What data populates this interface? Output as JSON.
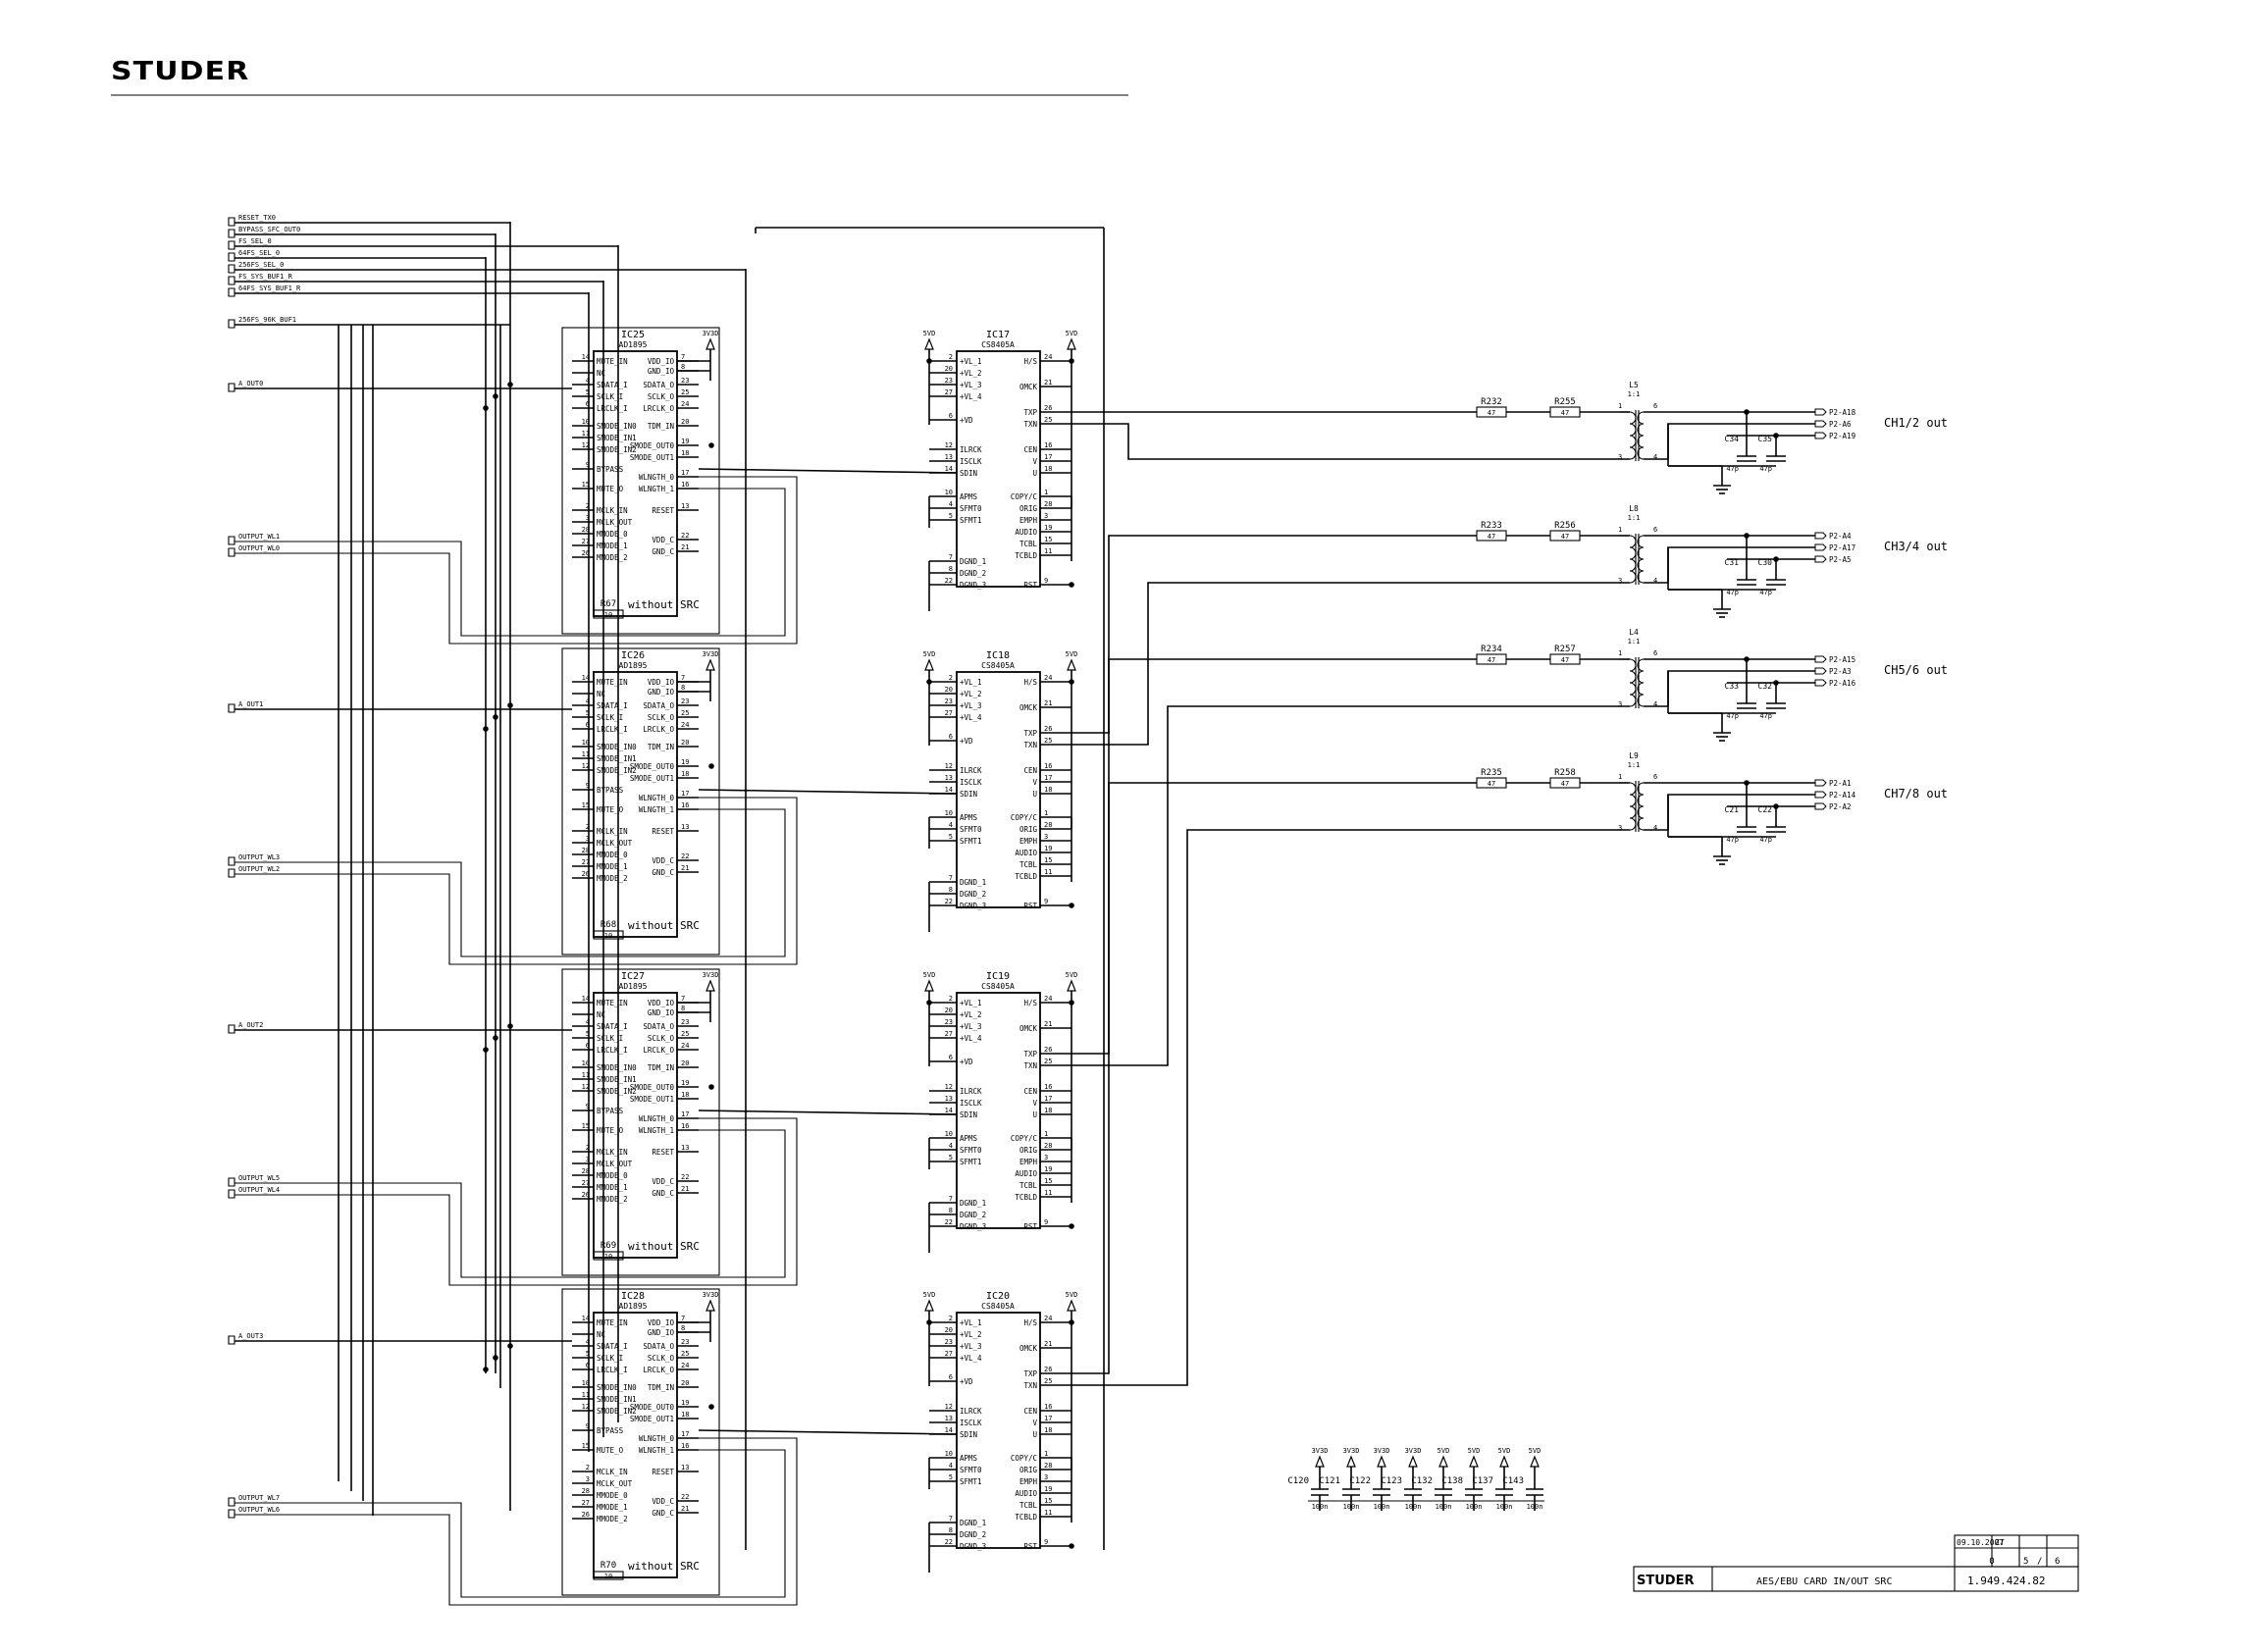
{
  "header": {
    "logo": "STUDER"
  },
  "inputs": {
    "top": [
      "RESET_TX0",
      "BYPASS_SFC_OUT0",
      "FS_SEL_0",
      "64FS_SEL_0",
      "256FS_SEL_0",
      "FS_SYS_BUF1_R",
      "64FS_SYS_BUF1_R"
    ],
    "clk": "256FS_96K_BUF1",
    "a_out": [
      "A_OUT0",
      "A_OUT1",
      "A_OUT2",
      "A_OUT3"
    ],
    "wl": [
      [
        "OUTPUT_WL1",
        "OUTPUT_WL0"
      ],
      [
        "OUTPUT_WL3",
        "OUTPUT_WL2"
      ],
      [
        "OUTPUT_WL5",
        "OUTPUT_WL4"
      ],
      [
        "OUTPUT_WL7",
        "OUTPUT_WL6"
      ]
    ]
  },
  "src_chips": [
    {
      "ref": "IC25",
      "part": "AD1895",
      "supply": "3V3D",
      "res": "R67",
      "res_val": "10",
      "note": "without SRC"
    },
    {
      "ref": "IC26",
      "part": "AD1895",
      "supply": "3V3D",
      "res": "R68",
      "res_val": "10",
      "note": "without SRC"
    },
    {
      "ref": "IC27",
      "part": "AD1895",
      "supply": "3V3D",
      "res": "R69",
      "res_val": "10",
      "note": "without SRC"
    },
    {
      "ref": "IC28",
      "part": "AD1895",
      "supply": "3V3D",
      "res": "R70",
      "res_val": "10",
      "note": "without SRC"
    }
  ],
  "src_pins": {
    "left": [
      [
        "14",
        "MUTE_IN"
      ],
      [
        "",
        "NC"
      ],
      [
        "4",
        "SDATA_I"
      ],
      [
        "5",
        "SCLK_I"
      ],
      [
        "6",
        "LRCLK_I"
      ],
      [
        "10",
        "SMODE_IN0"
      ],
      [
        "11",
        "SMODE_IN1"
      ],
      [
        "12",
        "SMODE_IN2"
      ],
      [
        "9",
        "BYPASS"
      ],
      [
        "15",
        "MUTE_O"
      ],
      [
        "2",
        "MCLK_IN"
      ],
      [
        "3",
        "MCLK_OUT"
      ],
      [
        "28",
        "MMODE_0"
      ],
      [
        "27",
        "MMODE_1"
      ],
      [
        "26",
        "MMODE_2"
      ]
    ],
    "right": [
      [
        "7",
        "VDD_IO"
      ],
      [
        "8",
        "GND_IO"
      ],
      [
        "23",
        "SDATA_O"
      ],
      [
        "25",
        "SCLK_O"
      ],
      [
        "24",
        "LRCLK_O"
      ],
      [
        "20",
        "TDM_IN"
      ],
      [
        "19",
        "SMODE_OUT0"
      ],
      [
        "18",
        "SMODE_OUT1"
      ],
      [
        "17",
        "WLNGTH_0"
      ],
      [
        "16",
        "WLNGTH_1"
      ],
      [
        "13",
        "RESET"
      ],
      [
        "22",
        "VDD_C"
      ],
      [
        "21",
        "GND_C"
      ]
    ]
  },
  "tx_chips": [
    {
      "ref": "IC17",
      "part": "CS8405A",
      "supply_l": "5VD",
      "supply_r": "5VD"
    },
    {
      "ref": "IC18",
      "part": "CS8405A",
      "supply_l": "5VD",
      "supply_r": "5VD"
    },
    {
      "ref": "IC19",
      "part": "CS8405A",
      "supply_l": "5VD",
      "supply_r": "5VD"
    },
    {
      "ref": "IC20",
      "part": "CS8405A",
      "supply_l": "5VD",
      "supply_r": "5VD"
    }
  ],
  "tx_pins": {
    "left": [
      [
        "2",
        "+VL_1"
      ],
      [
        "20",
        "+VL_2"
      ],
      [
        "23",
        "+VL_3"
      ],
      [
        "27",
        "+VL_4"
      ],
      [
        "6",
        "+VD"
      ],
      [
        "12",
        "ILRCK"
      ],
      [
        "13",
        "ISCLK"
      ],
      [
        "14",
        "SDIN"
      ],
      [
        "10",
        "APMS"
      ],
      [
        "4",
        "SFMT0"
      ],
      [
        "5",
        "SFMT1"
      ],
      [
        "7",
        "DGND_1"
      ],
      [
        "8",
        "DGND_2"
      ],
      [
        "22",
        "DGND_3"
      ]
    ],
    "right": [
      [
        "24",
        "H/S"
      ],
      [
        "21",
        "OMCK"
      ],
      [
        "26",
        "TXP"
      ],
      [
        "25",
        "TXN"
      ],
      [
        "16",
        "CEN"
      ],
      [
        "17",
        "V"
      ],
      [
        "18",
        "U"
      ],
      [
        "1",
        "COPY/C"
      ],
      [
        "28",
        "ORIG"
      ],
      [
        "3",
        "EMPH"
      ],
      [
        "19",
        "AUDIO"
      ],
      [
        "15",
        "TCBL"
      ],
      [
        "11",
        "TCBLD"
      ],
      [
        "9",
        "RST"
      ]
    ]
  },
  "outputs": [
    {
      "r1": "R232",
      "r2": "R255",
      "rv": "47",
      "l": "L5",
      "ratio": "1:1",
      "ca": "C34",
      "cb": "C35",
      "cv": "47p",
      "pins": [
        "P2-A18",
        "P2-A6",
        "P2-A19"
      ],
      "label": "CH1/2 out"
    },
    {
      "r1": "R233",
      "r2": "R256",
      "rv": "47",
      "l": "L8",
      "ratio": "1:1",
      "ca": "C31",
      "cb": "C30",
      "cv": "47p",
      "pins": [
        "P2-A4",
        "P2-A17",
        "P2-A5"
      ],
      "label": "CH3/4 out"
    },
    {
      "r1": "R234",
      "r2": "R257",
      "rv": "47",
      "l": "L4",
      "ratio": "1:1",
      "ca": "C33",
      "cb": "C32",
      "cv": "47p",
      "pins": [
        "P2-A15",
        "P2-A3",
        "P2-A16"
      ],
      "label": "CH5/6 out"
    },
    {
      "r1": "R235",
      "r2": "R258",
      "rv": "47",
      "l": "L9",
      "ratio": "1:1",
      "ca": "C21",
      "cb": "C22",
      "cv": "47p",
      "pins": [
        "P2-A1",
        "P2-A14",
        "P2-A2"
      ],
      "label": "CH7/8 out"
    }
  ],
  "decoupling": [
    {
      "ref": "C120",
      "supply": "3V3D",
      "value": "100n"
    },
    {
      "ref": "C121",
      "supply": "3V3D",
      "value": "100n"
    },
    {
      "ref": "C122",
      "supply": "3V3D",
      "value": "100n"
    },
    {
      "ref": "C123",
      "supply": "3V3D",
      "value": "100n"
    },
    {
      "ref": "C132",
      "supply": "5VD",
      "value": "100n"
    },
    {
      "ref": "C138",
      "supply": "5VD",
      "value": "100n"
    },
    {
      "ref": "C137",
      "supply": "5VD",
      "value": "100n"
    },
    {
      "ref": "C143",
      "supply": "5VD",
      "value": "100n"
    }
  ],
  "title_block": {
    "date": "09.10.2007",
    "initials": "ZT",
    "index": "0",
    "sheet": "5",
    "sheet_sep": "/",
    "sheets": "6",
    "logo": "STUDER",
    "title": "AES/EBU CARD IN/OUT SRC",
    "doc_no": "1.949.424.82"
  }
}
